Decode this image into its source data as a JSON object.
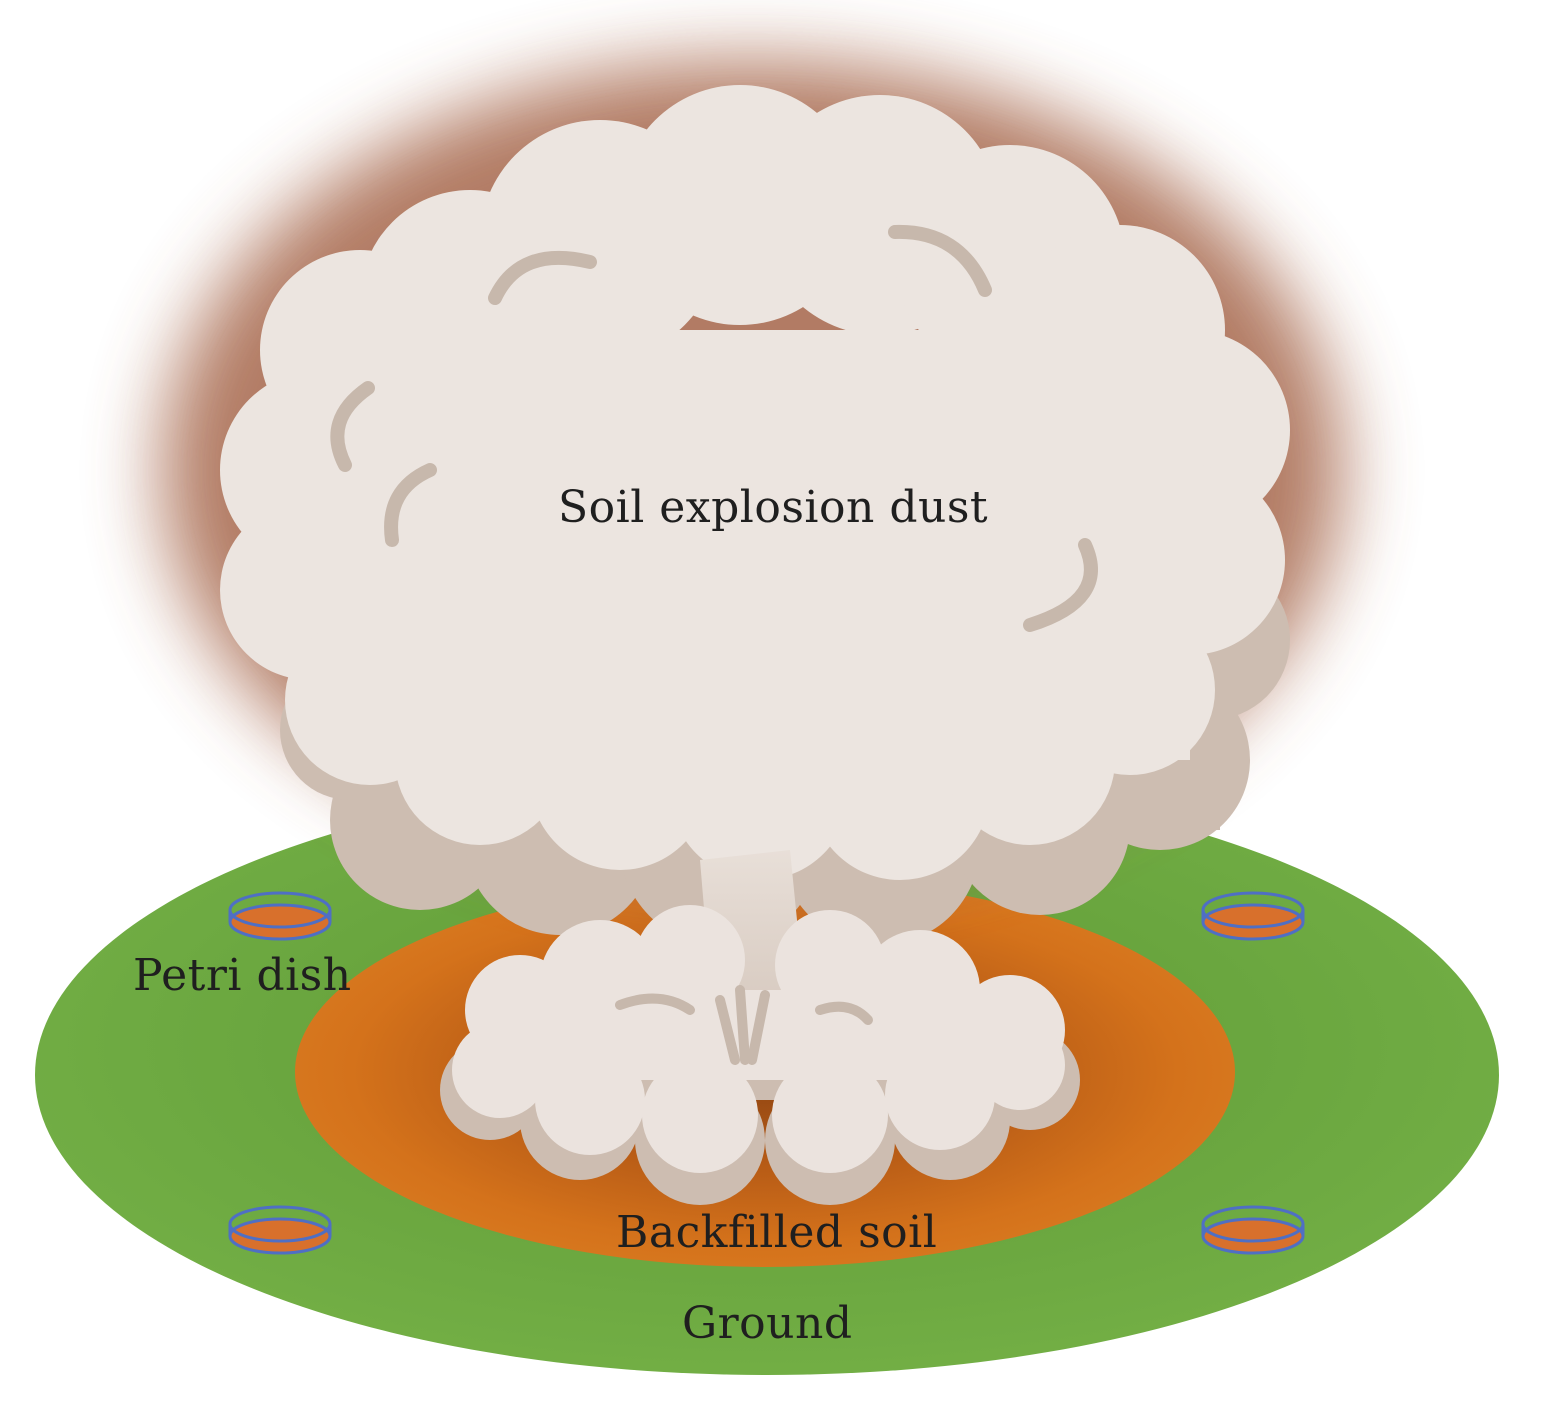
{
  "labels": {
    "dust": "Soil explosion dust",
    "petri": "Petri dish",
    "backfilled": "Backfilled soil",
    "ground": "Ground"
  },
  "colors": {
    "ground": "#72ad45",
    "backfilled_soil": "#d2701a",
    "backfilled_soil_dark": "#9a4a12",
    "dust_light": "#ebe4df",
    "dust_shadow": "#c9b8ab",
    "dust_halo": "#9c5a3c",
    "petri_rim": "#4f6fc4",
    "petri_fill": "#d8702c"
  },
  "petri_dish_count": 4
}
